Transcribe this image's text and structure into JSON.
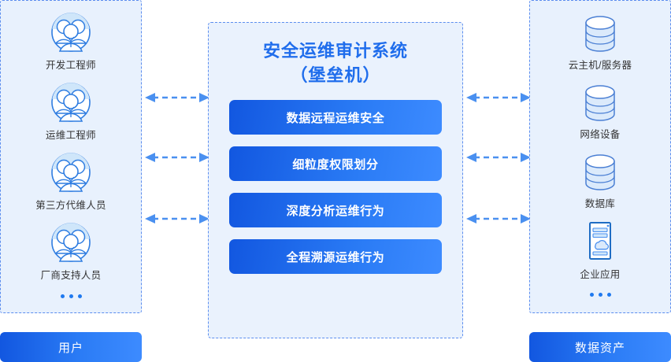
{
  "left_panel": {
    "name": "users-panel",
    "footer_label": "用户",
    "items": [
      {
        "icon": "people-group-icon",
        "label": "开发工程师"
      },
      {
        "icon": "people-group-icon",
        "label": "运维工程师"
      },
      {
        "icon": "people-group-icon",
        "label": "第三方代维人员"
      },
      {
        "icon": "people-group-icon",
        "label": "厂商支持人员"
      }
    ],
    "more_indicator": "•••"
  },
  "center_panel": {
    "title_line1": "安全运维审计系统",
    "title_line2": "（堡垒机）",
    "features": [
      {
        "label": "数据远程运维安全"
      },
      {
        "label": "细粒度权限划分"
      },
      {
        "label": "深度分析运维行为"
      },
      {
        "label": "全程溯源运维行为"
      }
    ]
  },
  "right_panel": {
    "name": "data-assets-panel",
    "footer_label": "数据资产",
    "items": [
      {
        "icon": "database-cylinder-icon",
        "label": "云主机/服务器"
      },
      {
        "icon": "database-cylinder-icon",
        "label": "网络设备"
      },
      {
        "icon": "database-cylinder-icon",
        "label": "数据库"
      },
      {
        "icon": "cloud-app-icon",
        "label": "企业应用"
      }
    ],
    "more_indicator": "•••"
  },
  "connectors": {
    "type": "bidirectional-dashed-arrow",
    "count_left": 3,
    "count_right": 3
  },
  "colors": {
    "panel_background": "#e8f1fd",
    "panel_border": "#5b8def",
    "accent_blue": "#1f6dec",
    "gradient_start": "#1257e0",
    "gradient_end": "#3d8bff",
    "label_text": "#333333",
    "icon_stroke": "#2f7de1",
    "icon_fill": "#dbeafb"
  }
}
